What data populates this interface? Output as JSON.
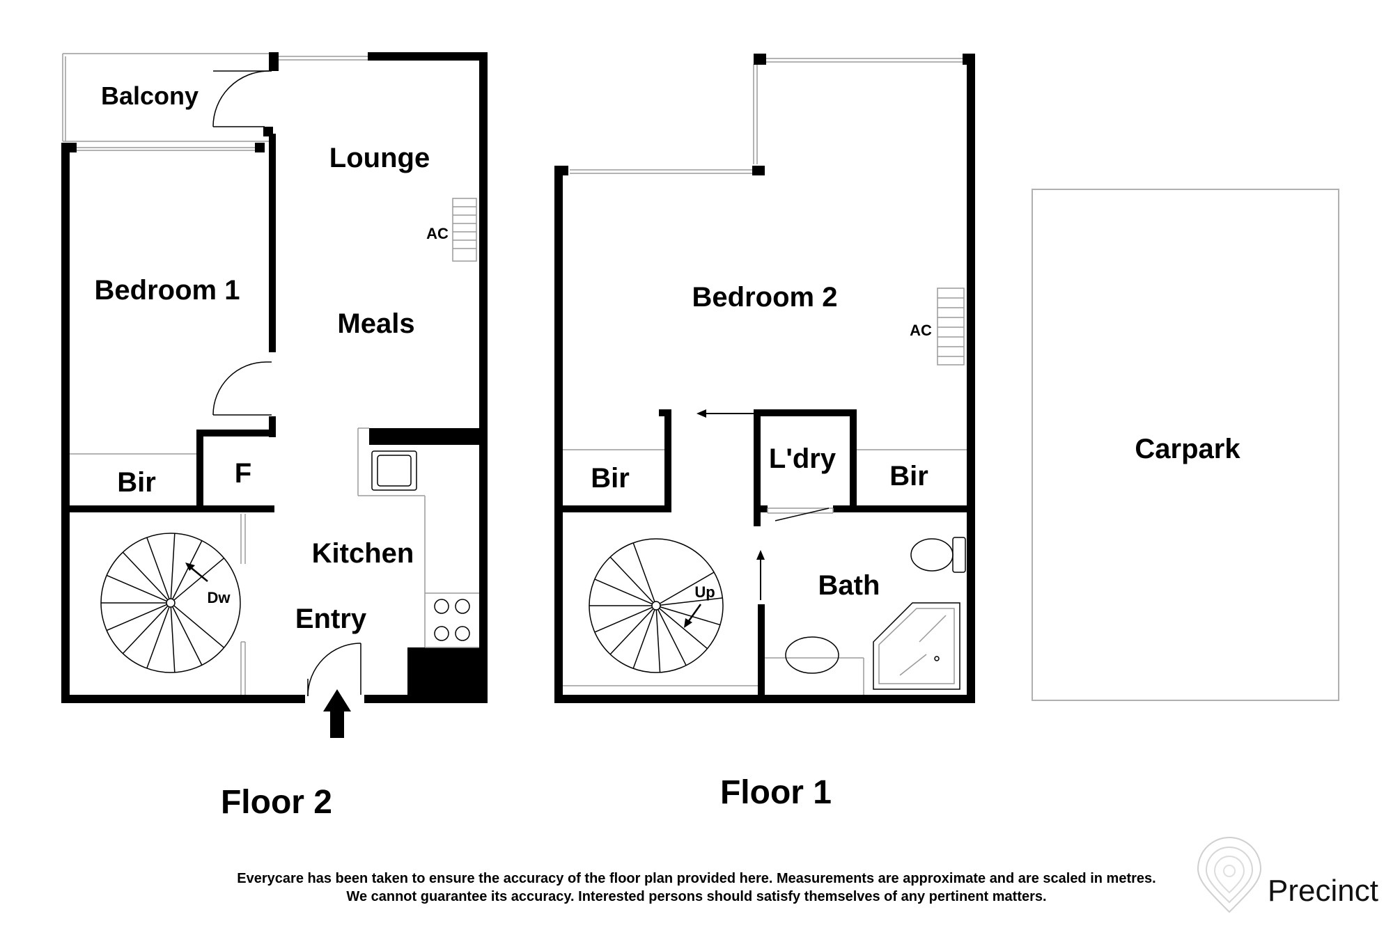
{
  "floor2": {
    "title": "Floor 2",
    "rooms": {
      "balcony": "Balcony",
      "lounge": "Lounge",
      "bedroom1": "Bedroom 1",
      "meals": "Meals",
      "bir": "Bir",
      "fridge": "F",
      "kitchen": "Kitchen",
      "entry": "Entry"
    },
    "labels": {
      "ac": "AC",
      "stairs": "Dw"
    }
  },
  "floor1": {
    "title": "Floor 1",
    "rooms": {
      "bedroom2": "Bedroom 2",
      "laundry": "L'dry",
      "bir_left": "Bir",
      "bir_right": "Bir",
      "bath": "Bath"
    },
    "labels": {
      "ac": "AC",
      "stairs": "Up"
    }
  },
  "carpark": {
    "label": "Carpark"
  },
  "disclaimer": {
    "line1": "Everycare has been taken to ensure the accuracy of the floor plan provided here. Measurements are approximate and are scaled in metres.",
    "line2": "We cannot guarantee its accuracy. Interested persons should satisfy themselves of any pertinent matters."
  },
  "brand": {
    "name": "Precinct"
  },
  "icons": [
    "entry-arrow-icon",
    "spiral-stair-icon",
    "toilet-icon",
    "basin-icon",
    "shower-icon",
    "sink-icon",
    "cooktop-icon",
    "ac-unit-icon",
    "precinct-logo-icon"
  ]
}
